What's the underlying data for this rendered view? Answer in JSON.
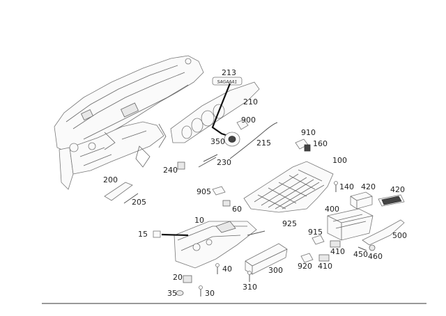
{
  "callouts": [
    {
      "id": "c213",
      "text": "213"
    },
    {
      "id": "c210",
      "text": "210"
    },
    {
      "id": "c900",
      "text": "900"
    },
    {
      "id": "c350",
      "text": "350"
    },
    {
      "id": "c215",
      "text": "215"
    },
    {
      "id": "c910",
      "text": "910"
    },
    {
      "id": "c160",
      "text": "160"
    },
    {
      "id": "c240",
      "text": "240"
    },
    {
      "id": "c230",
      "text": "230"
    },
    {
      "id": "c100",
      "text": "100"
    },
    {
      "id": "c200",
      "text": "200"
    },
    {
      "id": "c205",
      "text": "205"
    },
    {
      "id": "c905",
      "text": "905"
    },
    {
      "id": "c60",
      "text": "60"
    },
    {
      "id": "c140",
      "text": "140"
    },
    {
      "id": "c420a",
      "text": "420"
    },
    {
      "id": "c420b",
      "text": "420"
    },
    {
      "id": "c10",
      "text": "10"
    },
    {
      "id": "c925",
      "text": "925"
    },
    {
      "id": "c400",
      "text": "400"
    },
    {
      "id": "c15",
      "text": "15"
    },
    {
      "id": "c915",
      "text": "915"
    },
    {
      "id": "c500",
      "text": "500"
    },
    {
      "id": "c410a",
      "text": "410"
    },
    {
      "id": "c450",
      "text": "450"
    },
    {
      "id": "c460",
      "text": "460"
    },
    {
      "id": "c920",
      "text": "920"
    },
    {
      "id": "c410b",
      "text": "410"
    },
    {
      "id": "c40",
      "text": "40"
    },
    {
      "id": "c300",
      "text": "300"
    },
    {
      "id": "c20",
      "text": "20"
    },
    {
      "id": "c310",
      "text": "310"
    },
    {
      "id": "c35",
      "text": "35"
    },
    {
      "id": "c30",
      "text": "30"
    }
  ],
  "cluster_label": "SAGAAA1"
}
